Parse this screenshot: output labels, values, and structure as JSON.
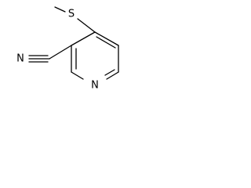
{
  "molecule": {
    "atoms": {
      "sulfur": "S",
      "nitrile_nitrogen": "N",
      "ring_nitrogen": "N"
    }
  }
}
